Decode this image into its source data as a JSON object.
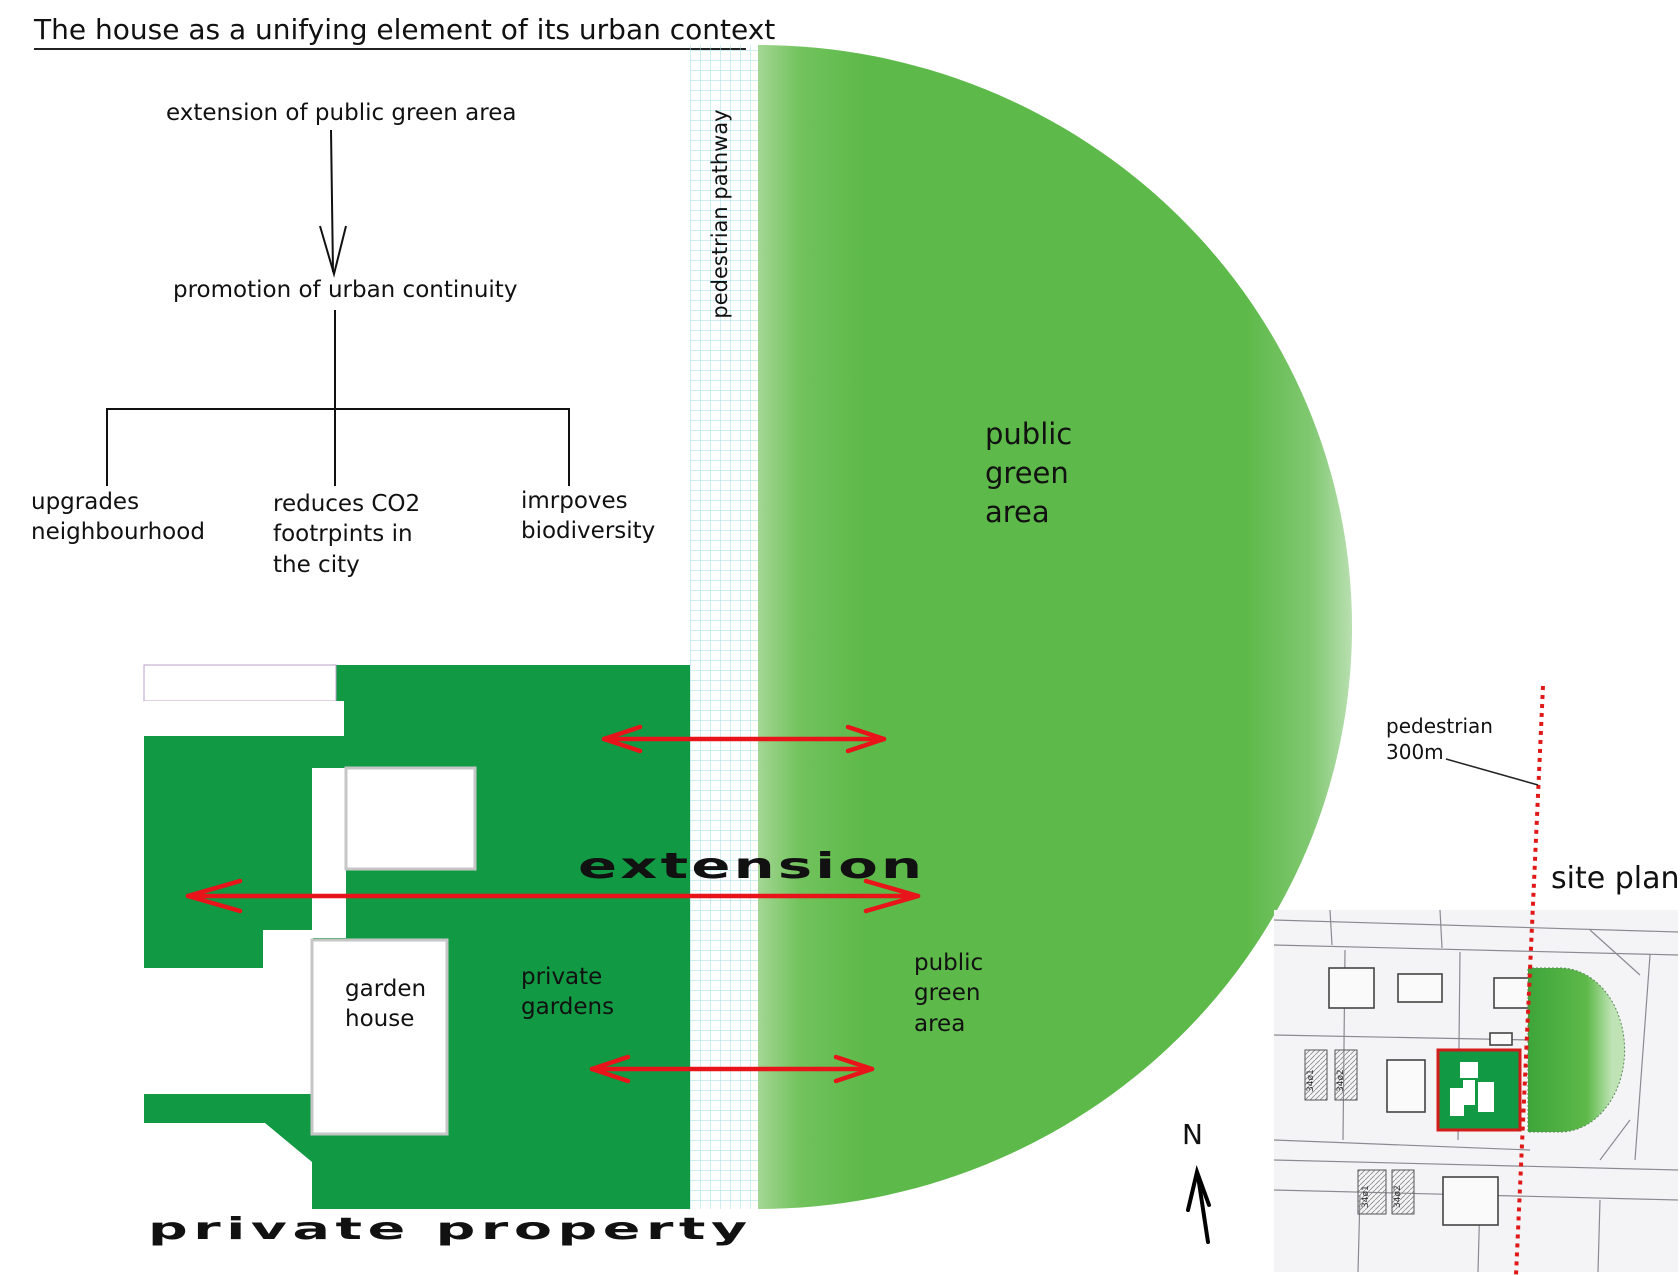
{
  "title": "The house as a unifying element of its urban context",
  "flowchart": {
    "top": "extension of public green area",
    "middle": "promotion of urban continuity",
    "branches": [
      "upgrades\nneighbourhood",
      "reduces CO2\nfootrpints in\nthe city",
      "imrpoves\nbiodiversity"
    ]
  },
  "labels": {
    "pedestrian_pathway": "pedestrian pathway",
    "public_green_area_large": "public\ngreen\narea",
    "public_green_area_small": "public\ngreen\narea",
    "extension": "extension",
    "private_gardens": "private\ngardens",
    "garden_house": "garden\nhouse",
    "private_property": "private property",
    "pedestrian_distance": "pedestrian\n300m",
    "site_plan": "site plan",
    "north": "N"
  },
  "site_plan_tags": [
    "34ø1",
    "34ø2",
    "34ø1",
    "34ø2"
  ],
  "colors": {
    "private_green": "#129944",
    "public_green": "#5bb847",
    "arrow_red": "#e8141a",
    "grid_cyan": "#9fdde3"
  }
}
